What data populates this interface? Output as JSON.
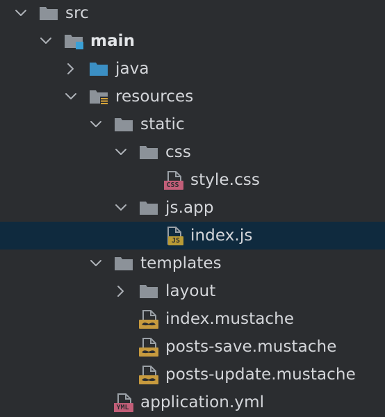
{
  "tree": {
    "items": [
      {
        "label": "src",
        "depth": 0,
        "expanded": true,
        "icon": "folder-icon"
      },
      {
        "label": "main",
        "depth": 1,
        "expanded": true,
        "icon": "source-root-folder-icon",
        "bold": true
      },
      {
        "label": "java",
        "depth": 2,
        "expanded": false,
        "icon": "blue-folder-icon"
      },
      {
        "label": "resources",
        "depth": 2,
        "expanded": true,
        "icon": "resources-folder-icon"
      },
      {
        "label": "static",
        "depth": 3,
        "expanded": true,
        "icon": "folder-icon"
      },
      {
        "label": "css",
        "depth": 4,
        "expanded": true,
        "icon": "folder-icon"
      },
      {
        "label": "style.css",
        "depth": 5,
        "icon": "css-file-icon",
        "badge": "CSS"
      },
      {
        "label": "js.app",
        "depth": 4,
        "expanded": true,
        "icon": "folder-icon"
      },
      {
        "label": "index.js",
        "depth": 5,
        "icon": "js-file-icon",
        "badge": "JS",
        "selected": true
      },
      {
        "label": "templates",
        "depth": 3,
        "expanded": true,
        "icon": "folder-icon"
      },
      {
        "label": "layout",
        "depth": 4,
        "expanded": false,
        "icon": "folder-icon"
      },
      {
        "label": "index.mustache",
        "depth": 4,
        "icon": "mustache-file-icon"
      },
      {
        "label": "posts-save.mustache",
        "depth": 4,
        "icon": "mustache-file-icon"
      },
      {
        "label": "posts-update.mustache",
        "depth": 4,
        "icon": "mustache-file-icon"
      },
      {
        "label": "application.yml",
        "depth": 3,
        "icon": "yml-file-icon",
        "badge": "YML"
      }
    ]
  },
  "colors": {
    "background": "#2b2d30",
    "selected_row": "#0f2a3e",
    "folder": "#8c9299",
    "blue_folder": "#3b8fc4",
    "source_root_badge": "#3aa0d6",
    "resources_badge": "#d9a53a",
    "css_badge": "#c25e78",
    "js_badge": "#b89a36",
    "yml_badge": "#c25e78",
    "mustache_badge": "#c79a3e",
    "text": "#d4d6da"
  }
}
